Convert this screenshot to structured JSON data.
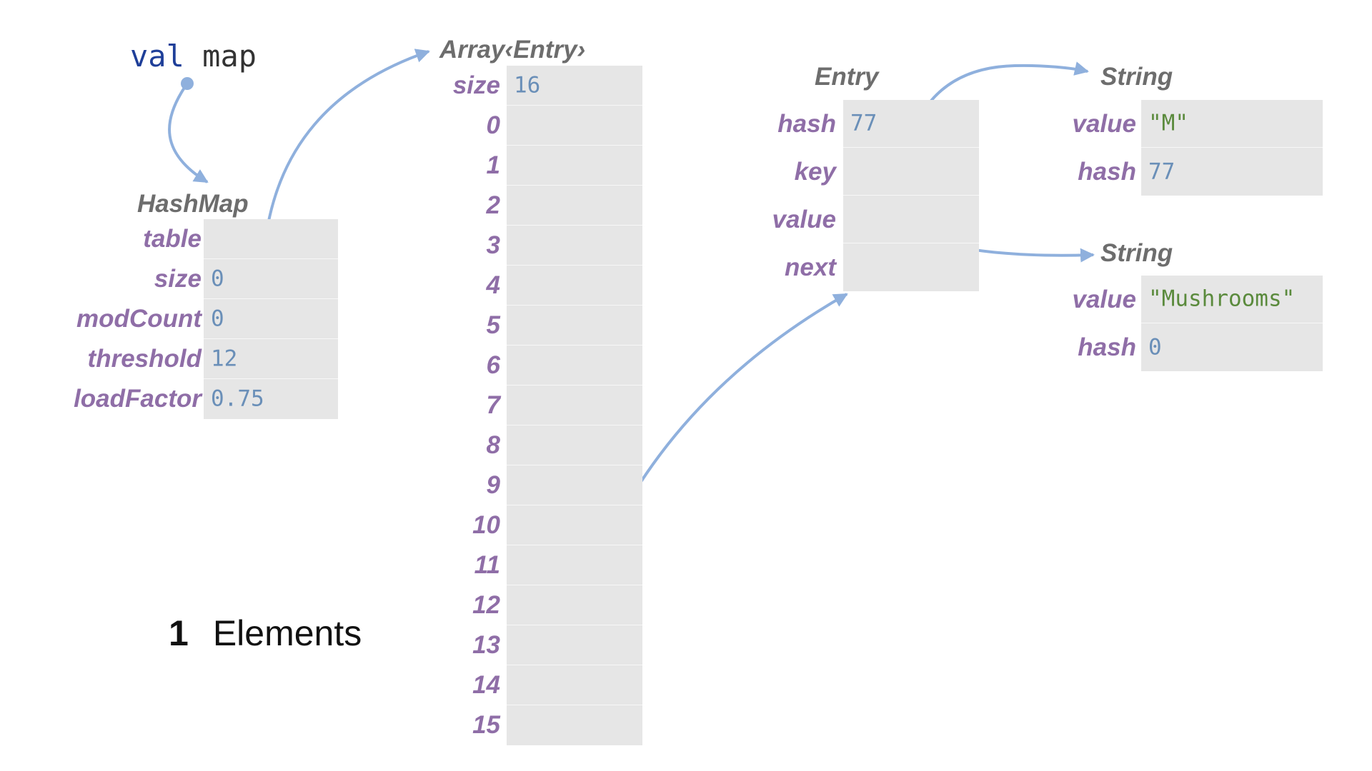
{
  "variable": {
    "keyword": "val",
    "name": "map"
  },
  "hashmap": {
    "title": "HashMap",
    "fields": [
      {
        "label": "table",
        "value": ""
      },
      {
        "label": "size",
        "value": "0"
      },
      {
        "label": "modCount",
        "value": "0"
      },
      {
        "label": "threshold",
        "value": "12"
      },
      {
        "label": "loadFactor",
        "value": "0.75"
      }
    ]
  },
  "array": {
    "title": "Array‹Entry›",
    "size_label": "size",
    "size_value": "16",
    "indices": [
      "0",
      "1",
      "2",
      "3",
      "4",
      "5",
      "6",
      "7",
      "8",
      "9",
      "10",
      "11",
      "12",
      "13",
      "14",
      "15"
    ]
  },
  "entry": {
    "title": "Entry",
    "fields": [
      {
        "label": "hash",
        "value": "77"
      },
      {
        "label": "key",
        "value": ""
      },
      {
        "label": "value",
        "value": ""
      },
      {
        "label": "next",
        "value": ""
      }
    ]
  },
  "string_key": {
    "title": "String",
    "fields": [
      {
        "label": "value",
        "value": "\"M\""
      },
      {
        "label": "hash",
        "value": "77"
      }
    ]
  },
  "string_value": {
    "title": "String",
    "fields": [
      {
        "label": "value",
        "value": "\"Mushrooms\""
      },
      {
        "label": "hash",
        "value": "0"
      }
    ]
  },
  "caption": {
    "count": "1",
    "text": "Elements"
  },
  "colors": {
    "arrow": "#8fb0dd",
    "label": "#8f6ea7",
    "number": "#6a8fb8",
    "string": "#5a8a3c",
    "box": "#e6e6e6"
  }
}
